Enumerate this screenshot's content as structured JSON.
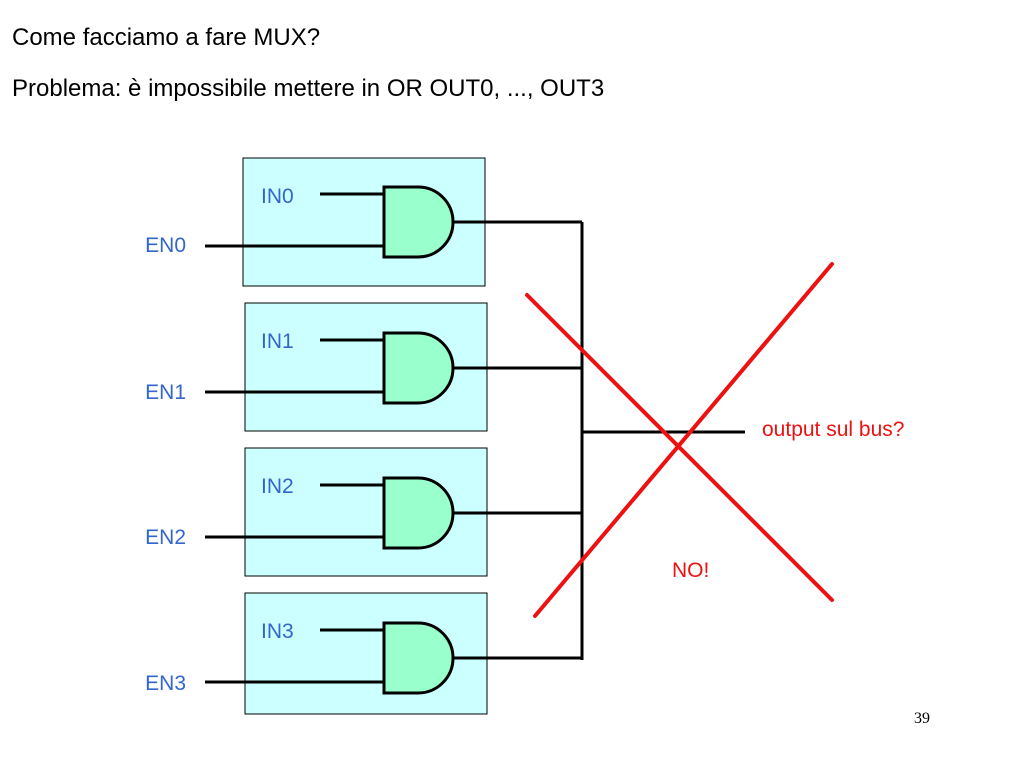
{
  "slide": {
    "line1": "Come facciamo a fare MUX?",
    "line2": "Problema: è impossibile mettere in OR OUT0, ..., OUT3",
    "page_number": "39"
  },
  "diagram": {
    "blocks": [
      {
        "in_label": "IN0",
        "en_label": "EN0"
      },
      {
        "in_label": "IN1",
        "en_label": "EN1"
      },
      {
        "in_label": "IN2",
        "en_label": "EN2"
      },
      {
        "in_label": "IN3",
        "en_label": "EN3"
      }
    ],
    "bus_label": "output sul bus?",
    "no_label": "NO!"
  },
  "colors": {
    "block_fill": "#ccffff",
    "gate_fill": "#99ffcc",
    "label_blue": "#3366cc",
    "cross_red": "#ee1111",
    "wire": "#000000"
  }
}
